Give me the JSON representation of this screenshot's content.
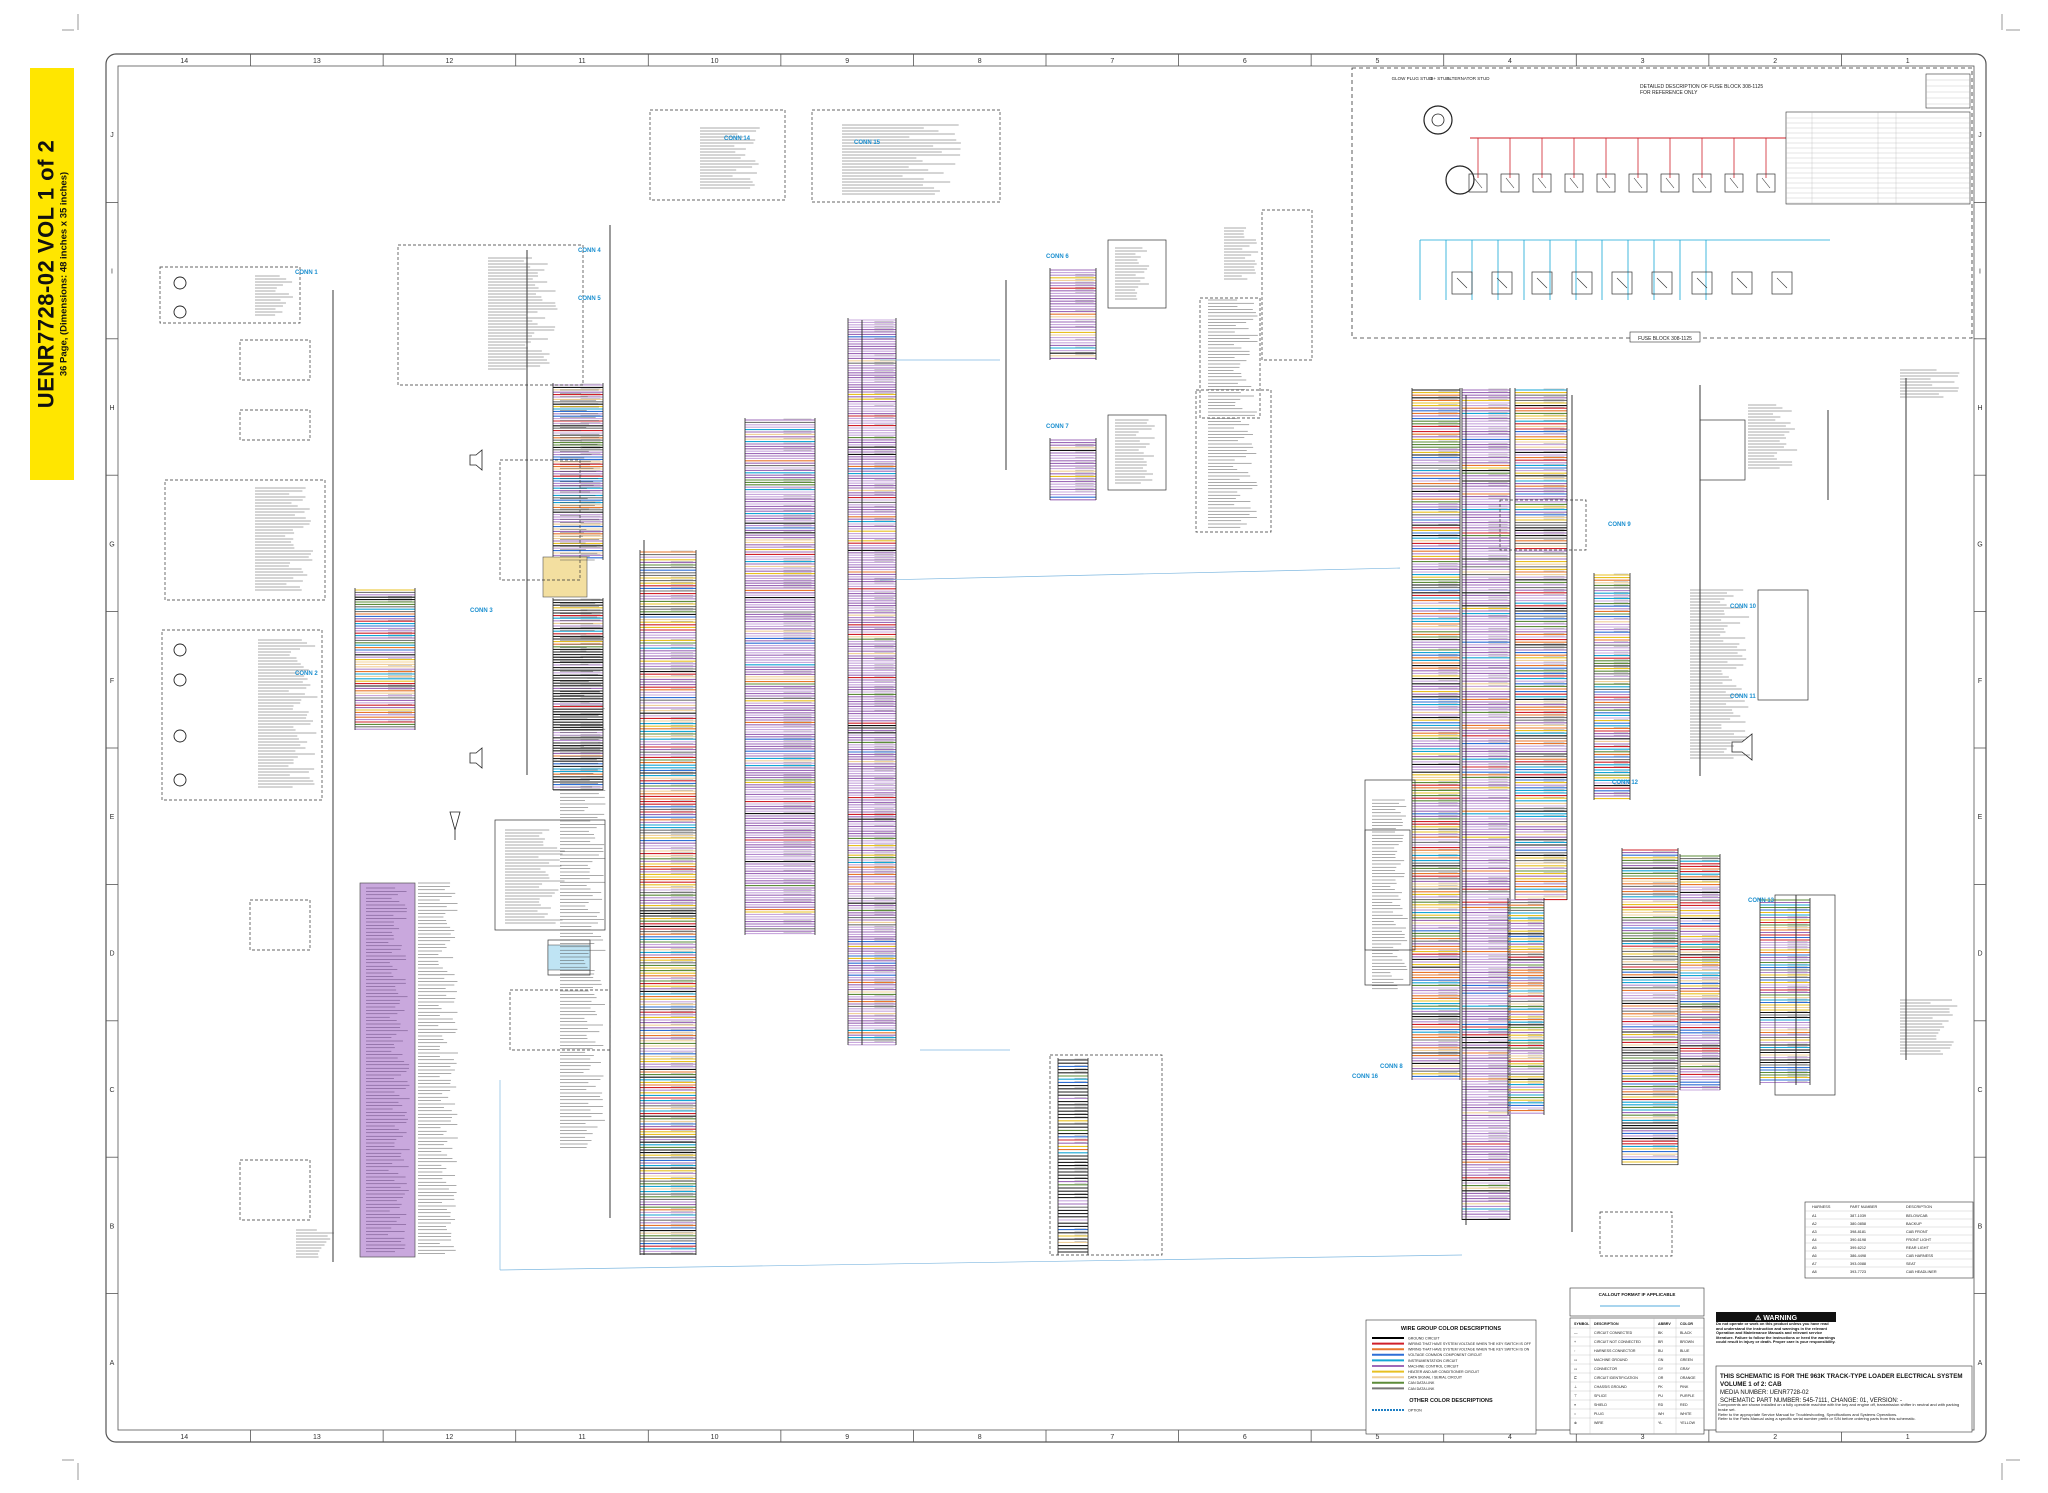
{
  "banner": {
    "title": "UENR7728-02 VOL 1 of 2",
    "subtitle": "36 Page, (Dimensions: 48 inches x 35 inches)"
  },
  "grid": {
    "columns": [
      "14",
      "13",
      "12",
      "11",
      "10",
      "9",
      "8",
      "7",
      "6",
      "5",
      "4",
      "3",
      "2",
      "1"
    ],
    "rows": [
      "J",
      "I",
      "H",
      "G",
      "F",
      "E",
      "D",
      "C",
      "B",
      "A"
    ]
  },
  "connectors": {
    "conn1": "CONN 1",
    "conn2": "CONN 2",
    "conn3": "CONN 3",
    "conn4": "CONN 4",
    "conn5": "CONN 5",
    "conn6": "CONN 6",
    "conn7": "CONN 7",
    "conn8": "CONN 8",
    "conn9": "CONN 9",
    "conn10": "CONN 10",
    "conn11": "CONN 11",
    "conn12": "CONN 12",
    "conn13": "CONN 13",
    "conn14": "CONN 14",
    "conn15": "CONN 15",
    "conn16": "CONN 16"
  },
  "fuse_block": {
    "label": "FUSE BLOCK 308-1125",
    "detail_note": "DETAILED DESCRIPTION OF FUSE BLOCK 308-1125\nFOR REFERENCE ONLY",
    "glow_plug": "GLOW PLUG STUD",
    "b_stud": "B+ STUD",
    "alternator": "ALTERNATOR STUD"
  },
  "wire_legend": {
    "title": "WIRE GROUP COLOR DESCRIPTIONS",
    "other_title": "OTHER COLOR DESCRIPTIONS",
    "items": [
      {
        "color": "#000000",
        "text": "GROUND CIRCUIT"
      },
      {
        "color": "#d0202a",
        "text": "WIRING THAT HAVE SYSTEM VOLTAGE WHEN THE KEY SWITCH IS OFF"
      },
      {
        "color": "#e8762c",
        "text": "WIRING THAT HAVE SYSTEM VOLTAGE WHEN THE KEY SWITCH IS ON"
      },
      {
        "color": "#2e6fd6",
        "text": "VOLTAGE COMMON COMPONENT CIRCUIT"
      },
      {
        "color": "#14a6d6",
        "text": "INSTRUMENTATION CIRCUIT"
      },
      {
        "color": "#9d6ab8",
        "text": "MACHINE CONTROL CIRCUIT"
      },
      {
        "color": "#e8c020",
        "text": "HEATER AND AIR CONDITIONER CIRCUIT"
      },
      {
        "color": "#f0d09a",
        "text": "DATA SIGNAL / SERIAL CIRCUIT"
      },
      {
        "color": "#5d8c3a",
        "text": "CAN DATA LINK"
      },
      {
        "color": "#777777",
        "text": "CAN DATA LINK"
      }
    ],
    "other_items": [
      {
        "color": "#1f7fc4",
        "text": "OPTION"
      }
    ]
  },
  "callout": {
    "title": "CALLOUT FORMAT IF APPLICABLE"
  },
  "symbol_table": {
    "headers": [
      "SYMBOL",
      "DESCRIPTION",
      "ABBRV",
      "COLOR"
    ],
    "rows": [
      [
        "—",
        "CIRCUIT CONNECTED",
        "BK",
        "BLACK"
      ],
      [
        "+",
        "CIRCUIT NOT CONNECTED",
        "BR",
        "BROWN"
      ],
      [
        "◦",
        "HARNESS CONNECTOR",
        "BU",
        "BLUE"
      ],
      [
        "▭",
        "MACHINE GROUND",
        "GN",
        "GREEN"
      ],
      [
        "▭",
        "CONNECTOR",
        "GY",
        "GRAY"
      ],
      [
        "⊏",
        "CIRCUIT IDENTIFICATION",
        "OR",
        "ORANGE"
      ],
      [
        "⊥",
        "CHASSIS GROUND",
        "PK",
        "PINK"
      ],
      [
        "⊤",
        "SPLICE",
        "PU",
        "PURPLE"
      ],
      [
        "≡",
        "SHIELD",
        "RD",
        "RED"
      ],
      [
        "○",
        "PLUG",
        "WH",
        "WHITE"
      ],
      [
        "⊗",
        "WIRE",
        "YL",
        "YELLOW"
      ]
    ]
  },
  "warning": {
    "label": "⚠ WARNING",
    "text": "Do not operate or work on this product unless you have read and understand the instruction and warnings in the relevant Operation and Maintenance Manuals and relevant service literature. Failure to follow the instructions or heed the warnings could result in injury or death. Proper care is your responsibility."
  },
  "title_block": {
    "line1": "THIS SCHEMATIC IS FOR THE 963K TRACK-TYPE LOADER ELECTRICAL SYSTEM",
    "line2": "VOLUME 1 of 2: CAB",
    "line3": "MEDIA NUMBER: UENR7728-02",
    "line4": "SCHEMATIC PART NUMBER: 545-7111, CHANGE: 01, VERSION: -",
    "note1": "Components are shown installed on a fully operable machine with the key and engine off, transmission shifter in neutral and with parking brake set.",
    "note2": "Refer to the appropriate Service Manual for Troubleshooting, Specifications and Systems Operations.",
    "note3": "Refer to the Parts Manual using a specific serial number prefix or S/N before ordering parts from this schematic."
  },
  "harness_table": {
    "headers": [
      "HARNESS",
      "PART NUMBER",
      "DESCRIPTION"
    ],
    "rows": [
      [
        "A1",
        "387-1039",
        "BELOWCAB"
      ],
      [
        "A2",
        "380-0858",
        "BACKUP"
      ],
      [
        "A3",
        "398-8181",
        "CAB FRONT"
      ],
      [
        "A4",
        "390-6198",
        "FRONT LIGHT"
      ],
      [
        "A5",
        "399-6212",
        "REAR LIGHT"
      ],
      [
        "A6",
        "386-4498",
        "CAB HARNESS"
      ],
      [
        "A7",
        "393-0088",
        "SEAT"
      ],
      [
        "A8",
        "393-7723",
        "CAB HEADLINER"
      ]
    ]
  }
}
